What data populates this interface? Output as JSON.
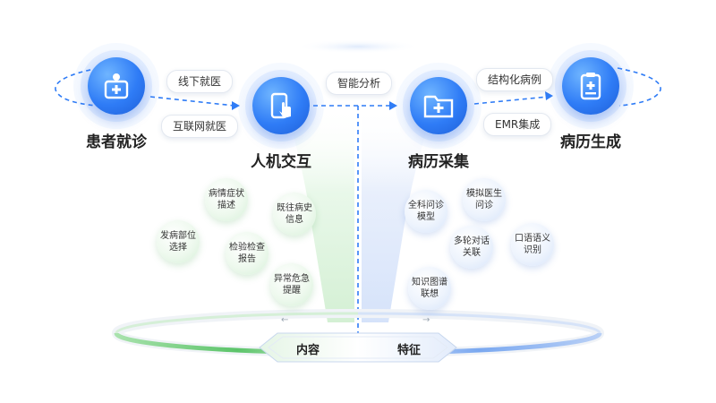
{
  "nodes": {
    "patient": {
      "title": "患者就诊",
      "icon": "hospital-bag-icon"
    },
    "interaction": {
      "title": "人机交互",
      "icon": "touch-phone-icon"
    },
    "collection": {
      "title": "病历采集",
      "icon": "medical-folder-icon"
    },
    "generation": {
      "title": "病历生成",
      "icon": "clipboard-medical-icon"
    }
  },
  "pills": {
    "offline": "线下就医",
    "online": "互联网就医",
    "smart_analysis": "智能分析",
    "structured": "结构化病例",
    "emr": "EMR集成"
  },
  "content_items": [
    {
      "line1": "病情症状",
      "line2": "描述"
    },
    {
      "line1": "既往病史",
      "line2": "信息"
    },
    {
      "line1": "发病部位",
      "line2": "选择"
    },
    {
      "line1": "检验检查",
      "line2": "报告"
    },
    {
      "line1": "异常危急",
      "line2": "提醒"
    }
  ],
  "feature_items": [
    {
      "line1": "全科问诊",
      "line2": "模型"
    },
    {
      "line1": "模拟医生",
      "line2": "问诊"
    },
    {
      "line1": "多轮对话",
      "line2": "关联"
    },
    {
      "line1": "口语语义",
      "line2": "识别"
    },
    {
      "line1": "知识图谱",
      "line2": "联想"
    }
  ],
  "base": {
    "left_label": "内容",
    "right_label": "特征",
    "left_arrow": "←",
    "right_arrow": "→"
  },
  "colors": {
    "primary_blue": "#2f7cf6",
    "dashed_line": "#2f7cf6",
    "green_accent": "#5cc46a",
    "blue_accent": "#7aa8f0"
  }
}
